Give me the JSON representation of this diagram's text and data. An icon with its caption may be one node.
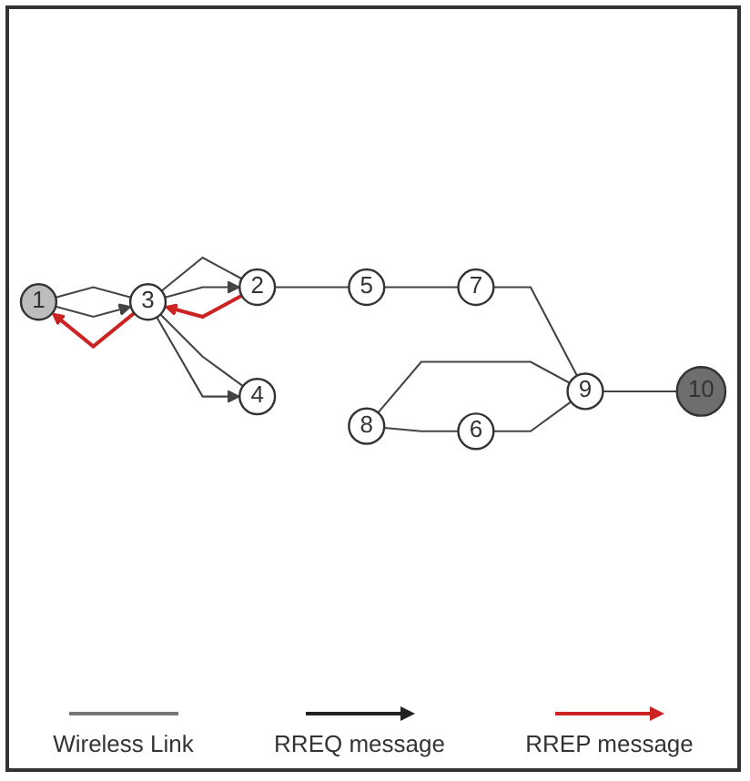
{
  "diagram": {
    "nodes": [
      {
        "text": [
          "1"
        ]
      },
      {
        "text": [
          "2"
        ]
      },
      {
        "text": [
          "3"
        ]
      },
      {
        "text": [
          "4"
        ]
      },
      {
        "text": [
          "5"
        ]
      },
      {
        "text": [
          "6"
        ]
      },
      {
        "text": [
          "7"
        ]
      },
      {
        "text": [
          "8"
        ]
      },
      {
        "text": [
          "9"
        ]
      },
      {
        "text": [
          "10"
        ]
      }
    ],
    "edges": [
      {
        "from": 0,
        "to": 2,
        "arrow": "none"
      },
      {
        "from": 2,
        "to": 3,
        "arrow": "none"
      },
      {
        "from": 2,
        "to": 1,
        "arrow": "none"
      },
      {
        "from": 1,
        "to": 4,
        "arrow": "none"
      },
      {
        "from": 4,
        "to": 6,
        "arrow": "none"
      },
      {
        "from": 6,
        "to": 8,
        "arrow": "none"
      },
      {
        "from": 7,
        "to": 8,
        "arrow": "none"
      },
      {
        "from": 5,
        "to": 8,
        "arrow": "none"
      },
      {
        "from": 7,
        "to": 5,
        "arrow": "none"
      },
      {
        "from": 8,
        "to": 9,
        "arrow": "none"
      },
      {
        "from": 0,
        "to": 2,
        "arrow": "to"
      },
      {
        "from": 2,
        "to": 3,
        "arrow": "to"
      },
      {
        "from": 2,
        "to": 1,
        "arrow": "to"
      },
      {
        "from": 2,
        "to": 0,
        "arrow": "to",
        "color": "#cc2222"
      },
      {
        "from": 1,
        "to": 2,
        "arrow": "to",
        "color": "#cc2222"
      }
    ],
    "legend": [
      {
        "text": "Wireless Link"
      },
      {
        "text": "RREQ message"
      },
      {
        "text": "RREP message"
      }
    ]
  }
}
